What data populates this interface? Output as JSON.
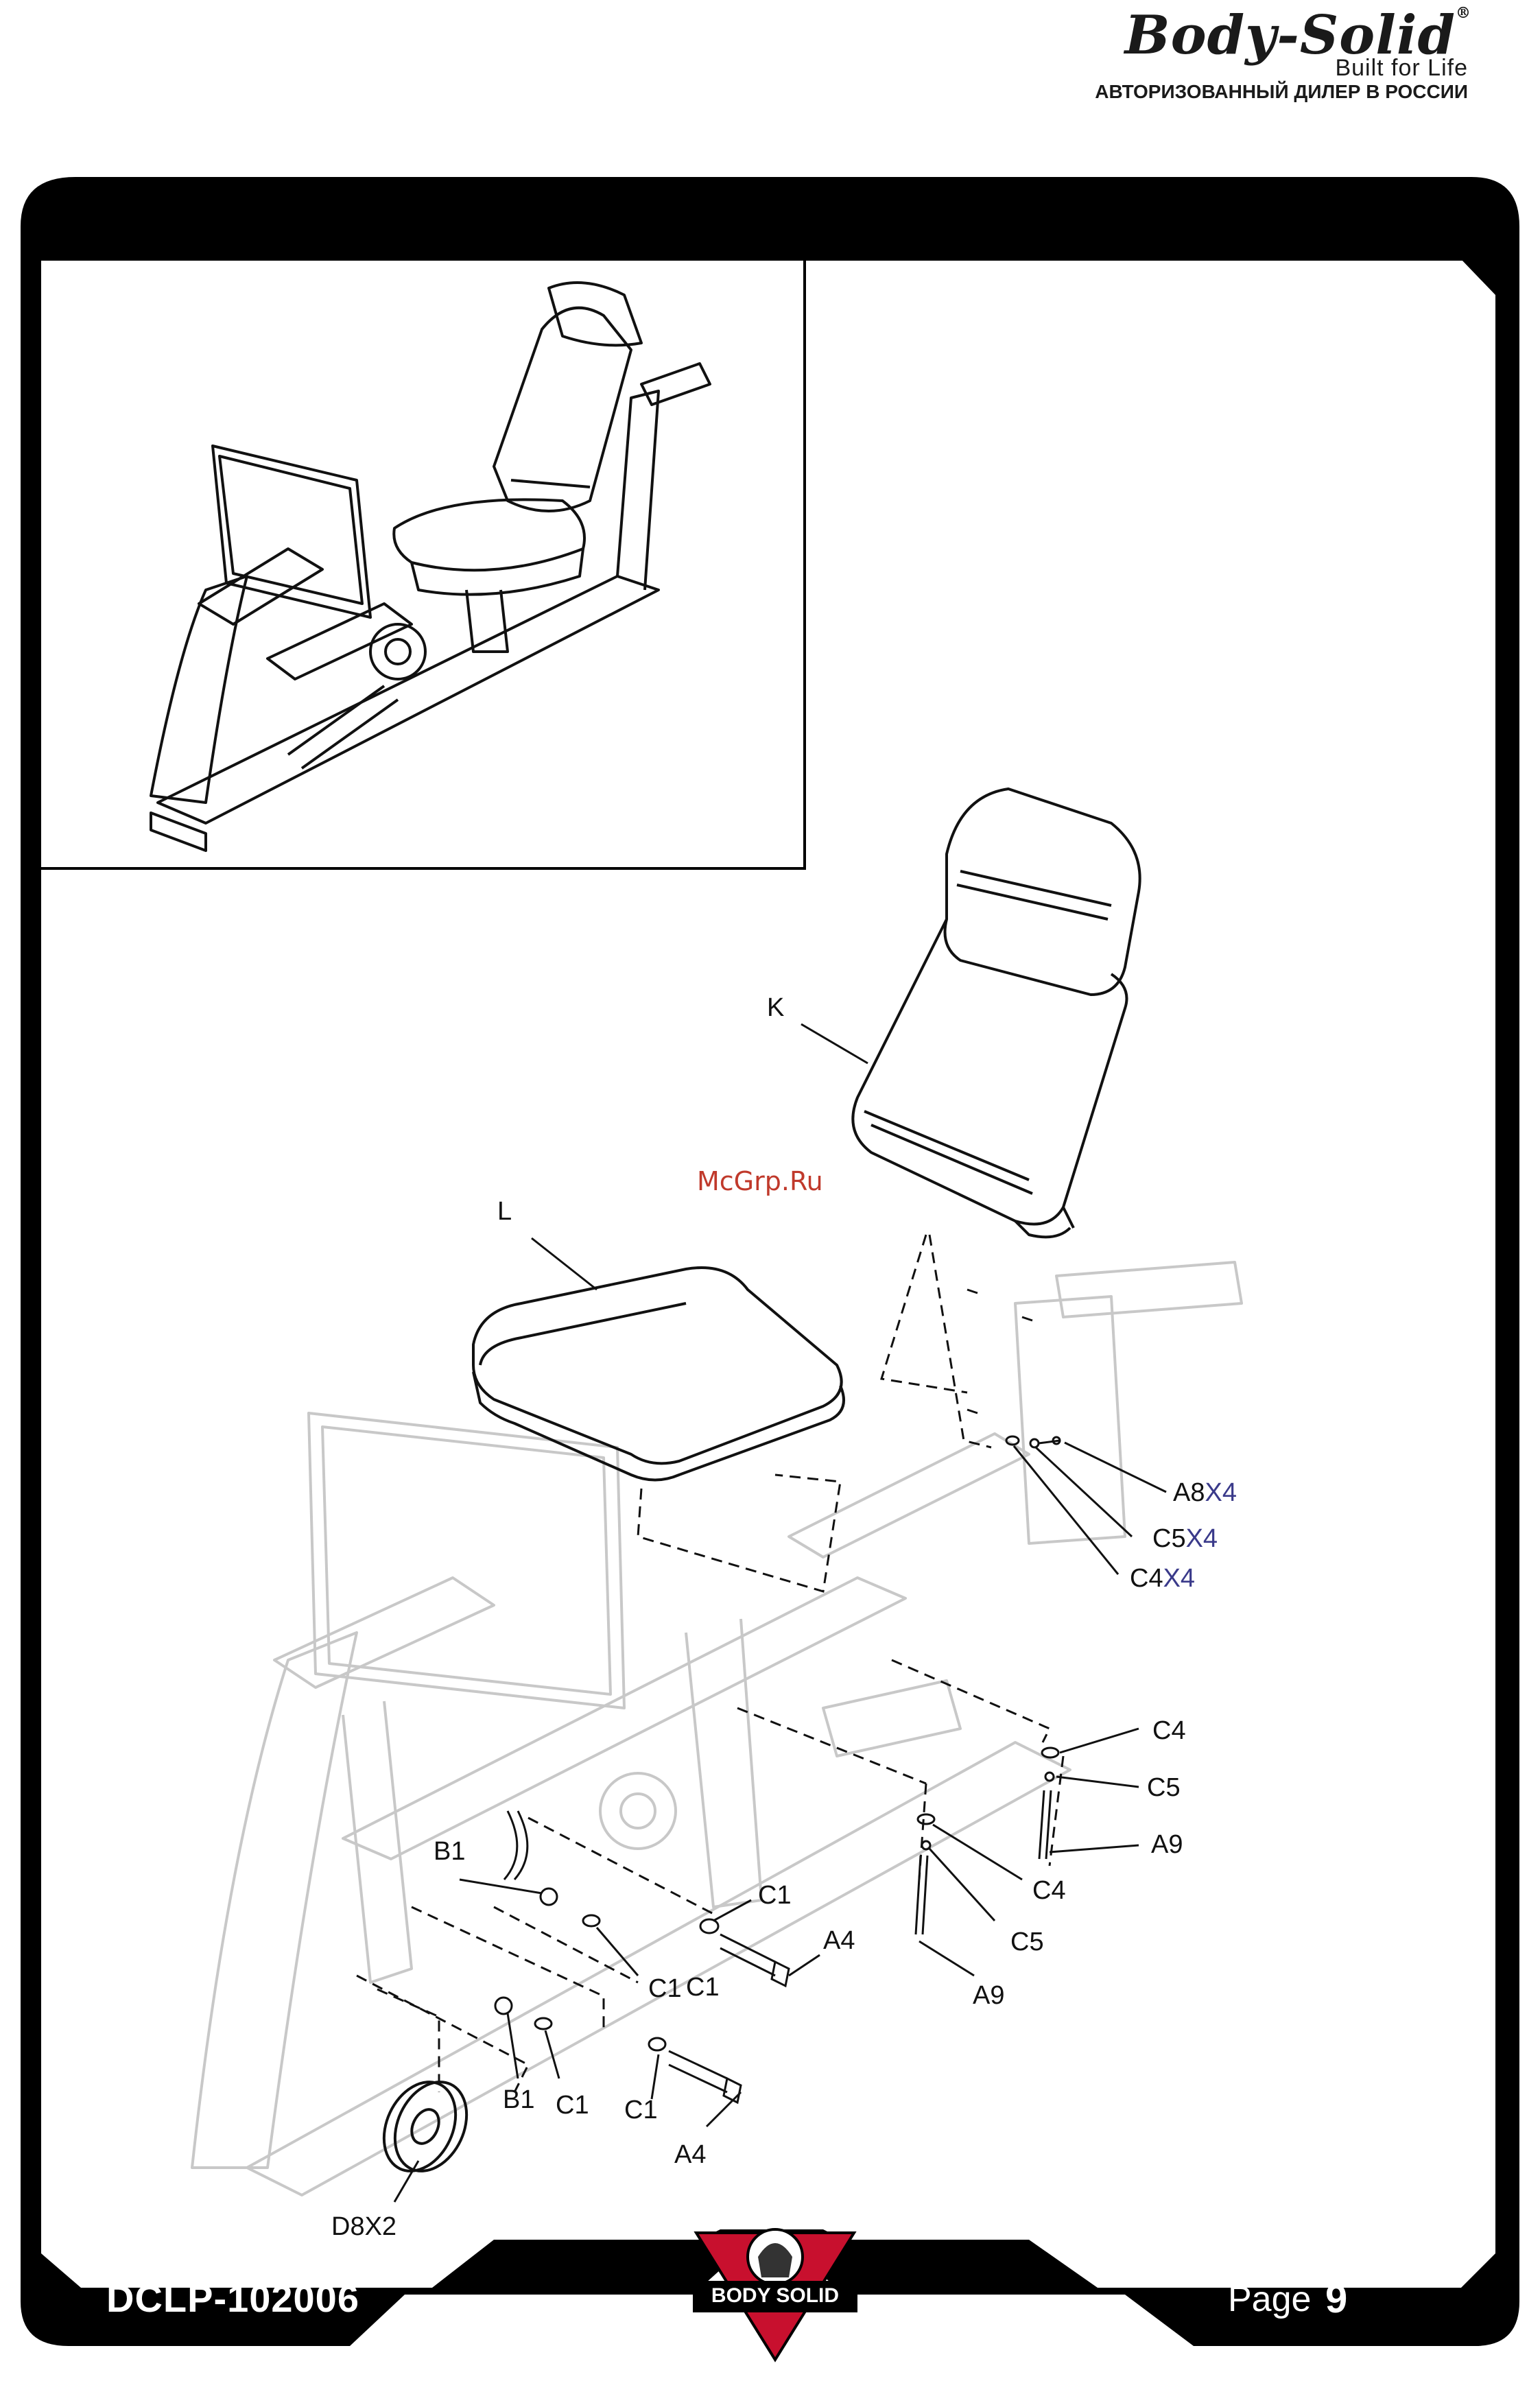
{
  "header": {
    "brand": "Body-Solid",
    "brand_registered": "®",
    "tagline": "Built for Life",
    "dealer_text": "АВТОРИЗОВАННЫЙ ДИЛЕР В РОССИИ"
  },
  "watermark": "McGrp.Ru",
  "callouts": {
    "K": "K",
    "L": "L",
    "A8": "A8",
    "A8_qty": "X4",
    "C5_top": "C5",
    "C5_top_qty": "X4",
    "C4_top": "C4",
    "C4_top_qty": "X4",
    "C4_r1": "C4",
    "C5_r1": "C5",
    "A9_r1": "A9",
    "C4_r2": "C4",
    "C5_r2": "C5",
    "A9_r2": "A9",
    "B1_upper": "B1",
    "C1_upper_a": "C1",
    "A4_upper": "A4",
    "C1_upper_b": "C1",
    "C1_mid": "C1",
    "B1_lower": "B1",
    "C1_lower_a": "C1",
    "C1_lower_b": "C1",
    "A4_lower": "A4",
    "D8": "D8X2"
  },
  "footer": {
    "doc_code": "DCLP-102006",
    "page_label": "Page",
    "page_number": "9",
    "center_logo_text": "BODY SOLID"
  },
  "colors": {
    "frame": "#000000",
    "faint_lines": "#c8c8c8",
    "watermark": "#c0392b",
    "logo_red": "#c8102e"
  }
}
